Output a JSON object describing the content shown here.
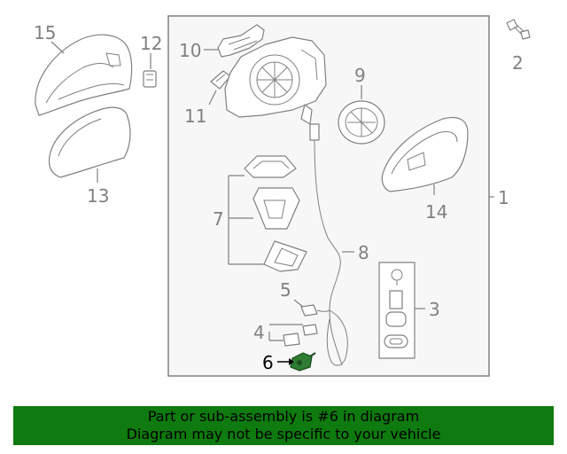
{
  "callouts": {
    "c1": "1",
    "c2": "2",
    "c3": "3",
    "c4": "4",
    "c5": "5",
    "c6": "6",
    "c7": "7",
    "c8": "8",
    "c9": "9",
    "c10": "10",
    "c11": "11",
    "c12": "12",
    "c13": "13",
    "c14": "14",
    "c15": "15"
  },
  "highlighted_part": "6",
  "colors": {
    "line": "#808080",
    "highlight": "#2e7d32",
    "banner": "#0f7a0f"
  },
  "banner": {
    "line1": "Part or sub-assembly is #6 in diagram",
    "line2": "Diagram may not be specific to your vehicle"
  }
}
